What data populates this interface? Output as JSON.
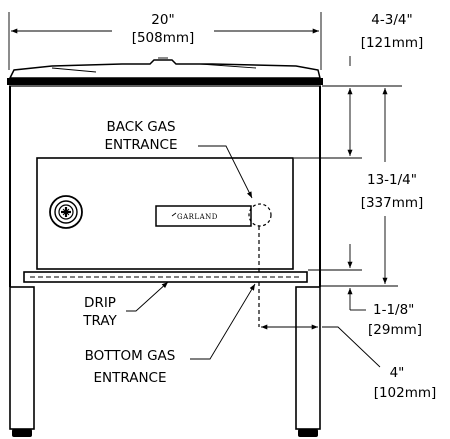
{
  "dimensions": {
    "width_in": "20\"",
    "width_mm": "[508mm]",
    "top_in": "4-3/4\"",
    "top_mm": "[121mm]",
    "height_in": "13-1/4\"",
    "height_mm": "[337mm]",
    "tray_in": "1-1/8\"",
    "tray_mm": "[29mm]",
    "offset_in": "4\"",
    "offset_mm": "[102mm]"
  },
  "labels": {
    "back_gas_line1": "BACK GAS",
    "back_gas_line2": "ENTRANCE",
    "drip_line1": "DRIP",
    "drip_line2": "TRAY",
    "bottom_gas_line1": "BOTTOM GAS",
    "bottom_gas_line2": "ENTRANCE"
  },
  "brand": {
    "name": "GARLAND"
  }
}
